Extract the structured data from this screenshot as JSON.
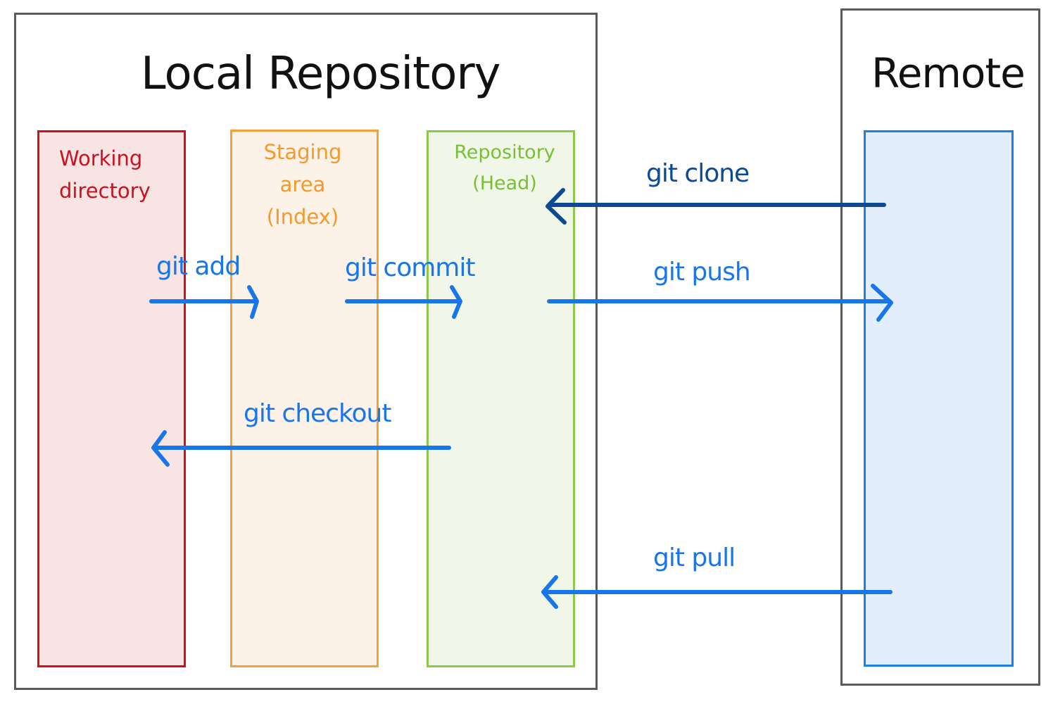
{
  "local": {
    "title": "Local Repository"
  },
  "remote": {
    "title": "Remote"
  },
  "columns": {
    "working": {
      "line1": "Working",
      "line2": "directory",
      "border": "#d0101a",
      "fill": "#f9e4e4",
      "text_color": "#cc1020"
    },
    "staging": {
      "line1": "Staging",
      "line2": "area",
      "line3": "(Index)",
      "border": "#f5a038",
      "fill": "#fdf2e7",
      "text_color": "#f39a2a"
    },
    "repo": {
      "line1": "Repository",
      "line2": "(Head)",
      "border": "#8cc84a",
      "fill": "#f0f7e8",
      "text_color": "#79bf36"
    },
    "remote": {
      "border": "#1a7fe6",
      "fill": "#e2eefc"
    }
  },
  "commands": {
    "add": "git add",
    "commit": "git commit",
    "checkout": "git checkout",
    "clone": "git clone",
    "push": "git push",
    "pull": "git pull"
  },
  "colors": {
    "arrow_blue": "#1976ea",
    "arrow_dark": "#0c4a94"
  }
}
